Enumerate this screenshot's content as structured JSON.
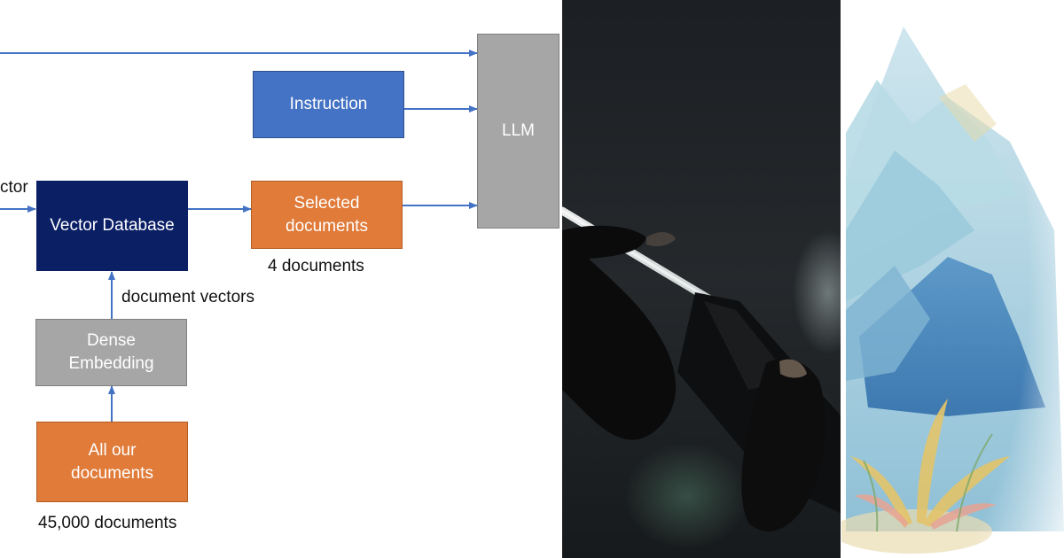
{
  "diagram": {
    "instruction": "Instruction",
    "llm": "LLM",
    "vector_database": "Vector Database",
    "selected_documents": "Selected\ndocuments",
    "dense_embedding": "Dense\nEmbedding",
    "all_documents": "All our\ndocuments",
    "query_vector_fragment": "ctor",
    "selected_count": "4 documents",
    "document_vectors": "document vectors",
    "total_count": "45,000 documents"
  },
  "colors": {
    "arrow": "#4472c4",
    "instruction_box": "#4472c4",
    "vector_db_box": "#0b1f65",
    "document_boxes": "#e07b39",
    "gray_boxes": "#a6a6a6"
  },
  "photo": {
    "icon": "hand-holding-light-saber"
  },
  "art": {
    "icon": "watercolor-mountain-landscape"
  }
}
